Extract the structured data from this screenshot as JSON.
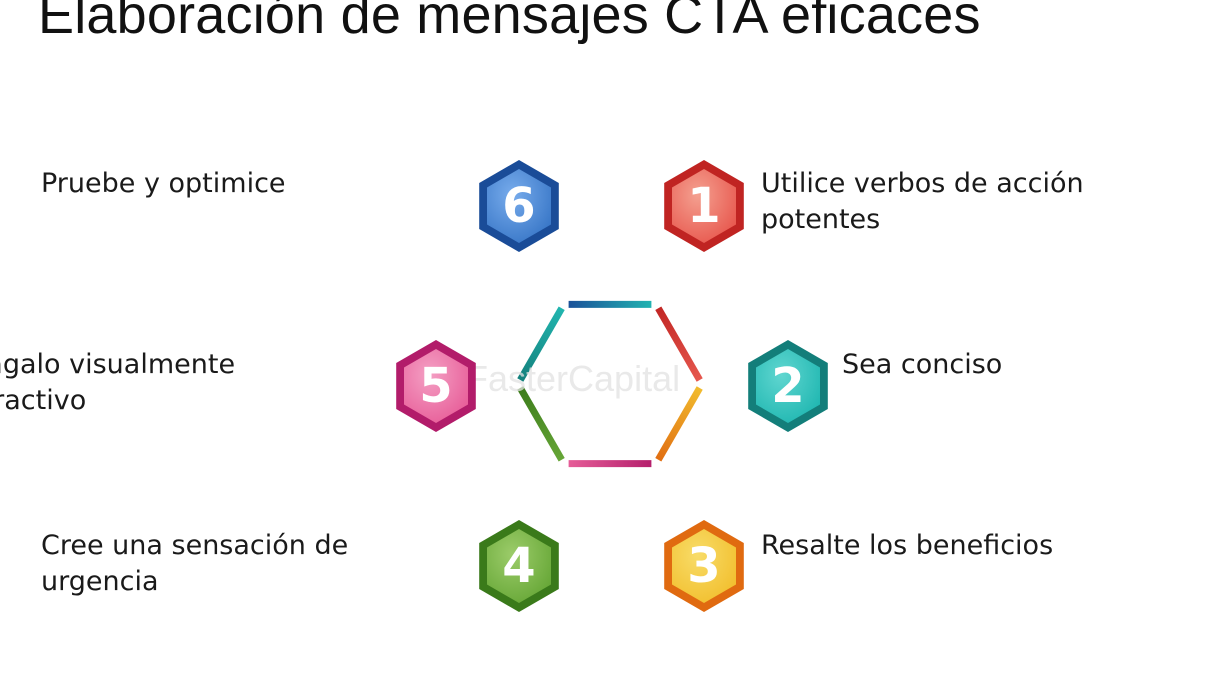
{
  "title": "Elaboración de mensajes CTA eficaces",
  "watermark": "FasterCapital",
  "steps": [
    {
      "number": "1",
      "lines": [
        "Utilice verbos de acción",
        "potentes"
      ],
      "color": "#e85a50",
      "light": "#f4a090",
      "dark": "#c02422"
    },
    {
      "number": "2",
      "lines": [
        "Sea conciso"
      ],
      "color": "#22b8b2",
      "light": "#60d6d0",
      "dark": "#137e7a"
    },
    {
      "number": "3",
      "lines": [
        "Resalte los beneficios"
      ],
      "color": "#f2c030",
      "light": "#f8dc68",
      "dark": "#e06a10"
    },
    {
      "number": "4",
      "lines": [
        "Cree una sensación de",
        "urgencia"
      ],
      "color": "#68a838",
      "light": "#9ccc6a",
      "dark": "#3a7a1a"
    },
    {
      "number": "5",
      "lines": [
        "Hágalo visualmente",
        "atractivo"
      ],
      "color": "#e8609a",
      "light": "#f4a0c4",
      "dark": "#b21c6a"
    },
    {
      "number": "6",
      "lines": [
        "Pruebe y optimice"
      ],
      "color": "#3a78c8",
      "light": "#78acec",
      "dark": "#1a4c98"
    }
  ]
}
